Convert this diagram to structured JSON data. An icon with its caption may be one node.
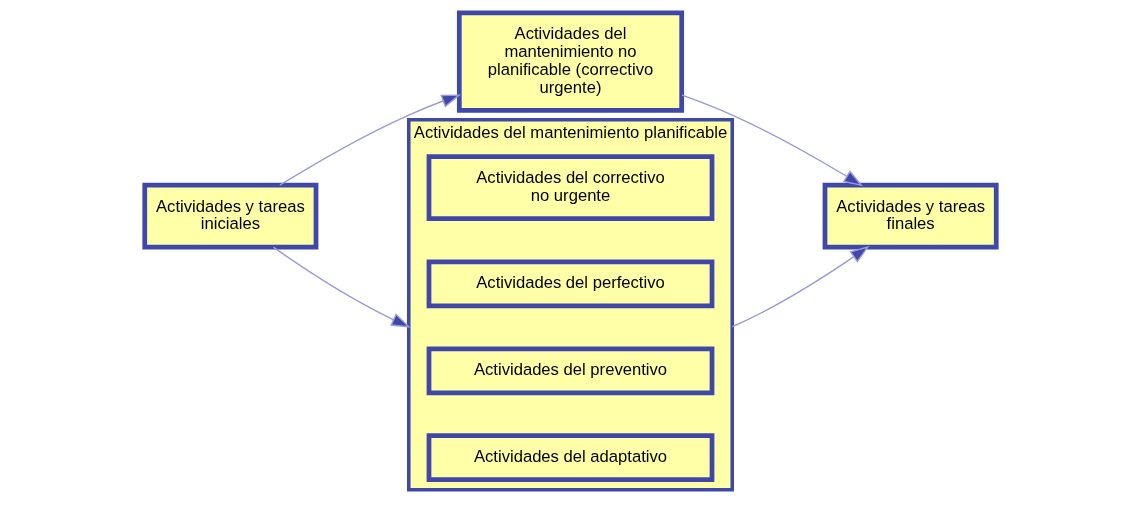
{
  "diagram": {
    "nodes": [
      {
        "text": [
          "Actividades y tareas iniciales"
        ]
      },
      {
        "text": [
          "Actividades del mantenimiento no planificable (correctivo urgente)"
        ]
      },
      {
        "text": [
          "Actividades del mantenimiento planificable"
        ]
      },
      {
        "text": [
          "Actividades del correctivo no urgente"
        ],
        "in": 2
      },
      {
        "text": [
          "Actividades del perfectivo"
        ],
        "in": 2
      },
      {
        "text": [
          "Actividades del preventivo"
        ],
        "in": 2
      },
      {
        "text": [
          "Actividades del adaptativo"
        ],
        "in": 2
      },
      {
        "text": [
          "Actividades y tareas finales"
        ]
      }
    ],
    "edges": [
      {
        "from": 0,
        "to": 1,
        "arrow": "to"
      },
      {
        "from": 0,
        "to": 2,
        "arrow": "to"
      },
      {
        "from": 1,
        "to": 7,
        "arrow": "to"
      },
      {
        "from": 2,
        "to": 7,
        "arrow": "to"
      }
    ]
  }
}
